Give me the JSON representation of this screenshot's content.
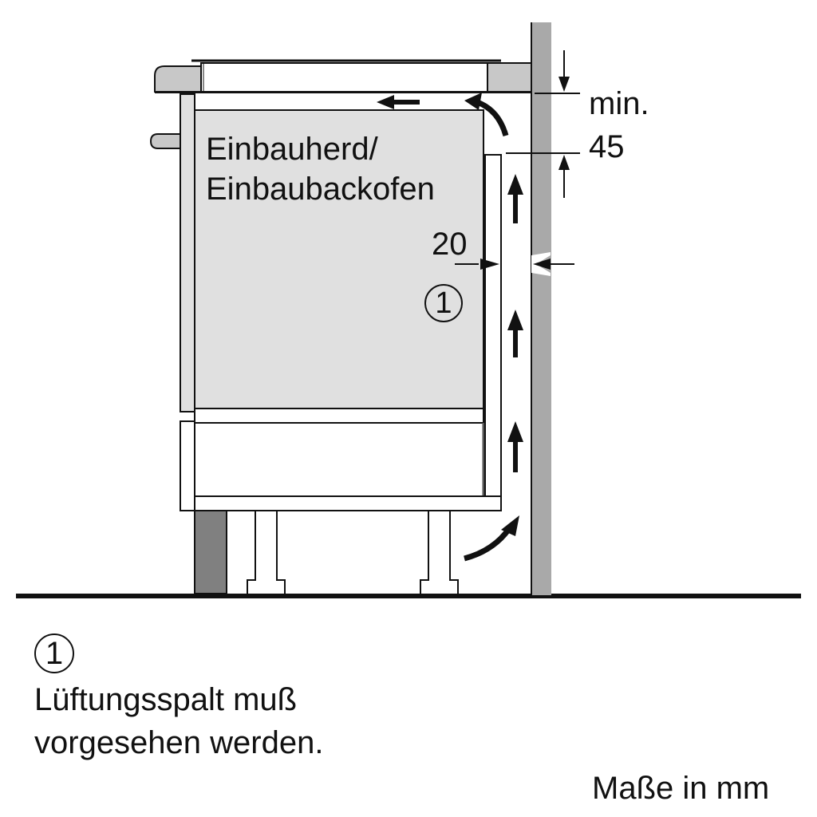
{
  "diagram": {
    "appliance_label_line1": "Einbauherd/",
    "appliance_label_line2": "Einbaubackofen",
    "dimensions": {
      "top_gap_label_line1": "min.",
      "top_gap_label_line2": "45",
      "side_gap_label": "20"
    },
    "callout_marker": "1"
  },
  "legend": {
    "marker": "1",
    "text": "Lüftungsspalt muß vorgesehen werden."
  },
  "units_note": "Maße in mm",
  "colors": {
    "wall": "#a9a9a9",
    "appliance_face": "#e0e0e0",
    "countertop": "#c8c8c8",
    "plinth": "#808080",
    "line": "#111111",
    "background": "#ffffff"
  }
}
